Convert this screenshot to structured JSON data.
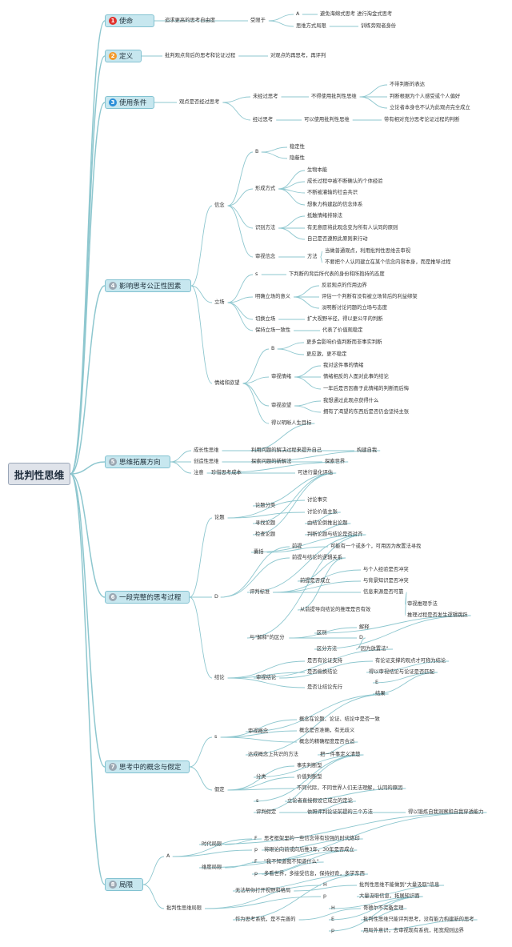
{
  "root": "批判性思维",
  "colors": {
    "edge": "#8ec7cf",
    "main_fill": "#c7e7ef",
    "badge_red": "#e0302b",
    "badge_orange": "#f39a2a",
    "badge_blue": "#2c8fd8",
    "badge_grey": "#9ba7b2"
  },
  "branches": [
    {
      "num": "1",
      "label": "使命",
      "badge": "badge_red"
    },
    {
      "num": "2",
      "label": "定义",
      "badge": "badge_orange"
    },
    {
      "num": "3",
      "label": "使用条件",
      "badge": "badge_blue"
    },
    {
      "num": "4",
      "label": "影响思考公正性因素",
      "badge": "badge_grey"
    },
    {
      "num": "5",
      "label": "思维拓展方向",
      "badge": "badge_grey"
    },
    {
      "num": "6",
      "label": "一段完整的思考过程",
      "badge": "badge_grey"
    },
    {
      "num": "7",
      "label": "思考中的概念与假定",
      "badge": "badge_grey"
    },
    {
      "num": "8",
      "label": "局限",
      "badge": "badge_grey"
    }
  ],
  "nodes": [
    "追求更高的思考自由度",
    "受限于",
    "A",
    "避免海绵式思考 进行淘金式思考",
    "思维方式局限",
    "训练旁观者身份",
    "批判观点背后的思考和论证过程",
    "对观点的再思考，再评判",
    "观点是否经过思考",
    "未经过思考",
    "不得使用批判性思维",
    "不带判断的表达",
    "判断根据为个人感受或个人偏好",
    "立论者本身也不认为此观点完全成立",
    "经过思考",
    "可以使用批判性思维",
    "带有相对充分思考论证过程的判断",
    "信念",
    "B",
    "稳定性",
    "隐蔽性",
    "形成方式",
    "生物本能",
    "成长过程中被不断确认的个体经验",
    "不断被灌输的社会共识",
    "想象力构建起的信念体系",
    "识别方法",
    "抵触情绪排除法",
    "有无意愿将此观念变为所有人认同的原则",
    "自己是否遵照此原则来行动",
    "审视信念",
    "方法",
    "当做普通观点，利用批判性思维去审视",
    "不要把个人认同建立在某个信念内容本身，而是推导过程",
    "立场",
    "s",
    "下判断的背后所代表的身份和所抱持的态度",
    "明确立场的意义",
    "反驳观点的作用边界",
    "评估一个判断有没有被立场背后的利益绑架",
    "淡明断讨论问题的立场与态度",
    "切换立场",
    "扩大视野半径，得以更公平的判断",
    "保持立场一致性",
    "代表了价值观稳定",
    "情绪和欲望",
    "B",
    "更多会影响价值判断而非事实判断",
    "更应激，更不稳定",
    "审视情绪",
    "我对这件事的情绪",
    "情绪相反的人面对此事的结论",
    "一年后是否因喜于此情绪的判断而后悔",
    "审视欲望",
    "我想通过此观点获得什么",
    "拥有了渴望的东西后是否仍会坚持主张",
    "得以明晰人生目标",
    "成长性思维",
    "利用问题的解决过程来提升自己",
    "构建自我",
    "创造性思维",
    "探索问题的新解法",
    "探索世界",
    "注意",
    "珍惜思考成本",
    "可进行量化评估",
    "论题",
    "论题分类",
    "讨论事实",
    "讨论价值主张",
    "寻找论题",
    "由结论倒推出论题",
    "检查论题",
    "判断论题与结论是否对齐",
    "D",
    "囊括",
    "前提",
    "可能有一个或多个，可用因为故置法寻找",
    "前提与结论的逻辑关系",
    "评判标准",
    "前提是否成立",
    "与个人经验是否冲突",
    "与背景知识是否冲突",
    "信息来源是否可靠",
    "从前提导向结论的推理是否有效",
    "审视推理手法",
    "推理过程是否发生逻辑跳跃",
    "与\"解释\"的区分",
    "区别",
    "解释",
    "D",
    "区分方法",
    "\"因为放置法\"",
    "结论",
    "审视结论",
    "是否有论证支持",
    "有论证支撑的观点才可称为结论",
    "是否偷换结论",
    "得以审视结论与论证是否匹配",
    "是否让结论先行",
    "E",
    "结果",
    "s",
    "审视概念",
    "概念在论题、论证、结论中是否一致",
    "概念是否准确，有无歧义",
    "概念的精确程度是否合适",
    "达成概念上共识的方法",
    "把一件事定义清楚",
    "假定",
    "分类",
    "事实判断型",
    "价值判断型",
    "不同代际，不同世界人们无法理解，认同的原因",
    "s",
    "立论者直接假设它成立的定论",
    "评判假定",
    "依照评判论证前提的三个方法",
    "得以锻炼自我洞察和自我穿透能力",
    "A",
    "时代局限",
    "F",
    "思考框架里的一些信念带有较强的时代烙印",
    "p",
    "将眼论向前或向后推3年，30年是否成立",
    "维度局限",
    "F",
    "\"我不知道我不知道什么\"",
    "p",
    "多看世界，多接受信息，保持好奇，多学东西",
    "批判性思维局限",
    "无法帮你打开视野和格局",
    "H",
    "批判性思维不能做到\"大量汲取\"信息",
    "p",
    "大量汲取信息，拓展知识面",
    "作为思考系统，是不完善的",
    "H",
    "哥德尔不完备定理",
    "E",
    "批判性思维只能评判思考，没有能力构建新的思考",
    "p",
    "用局外意识，去审视现有系统，拓宽规则边界"
  ]
}
